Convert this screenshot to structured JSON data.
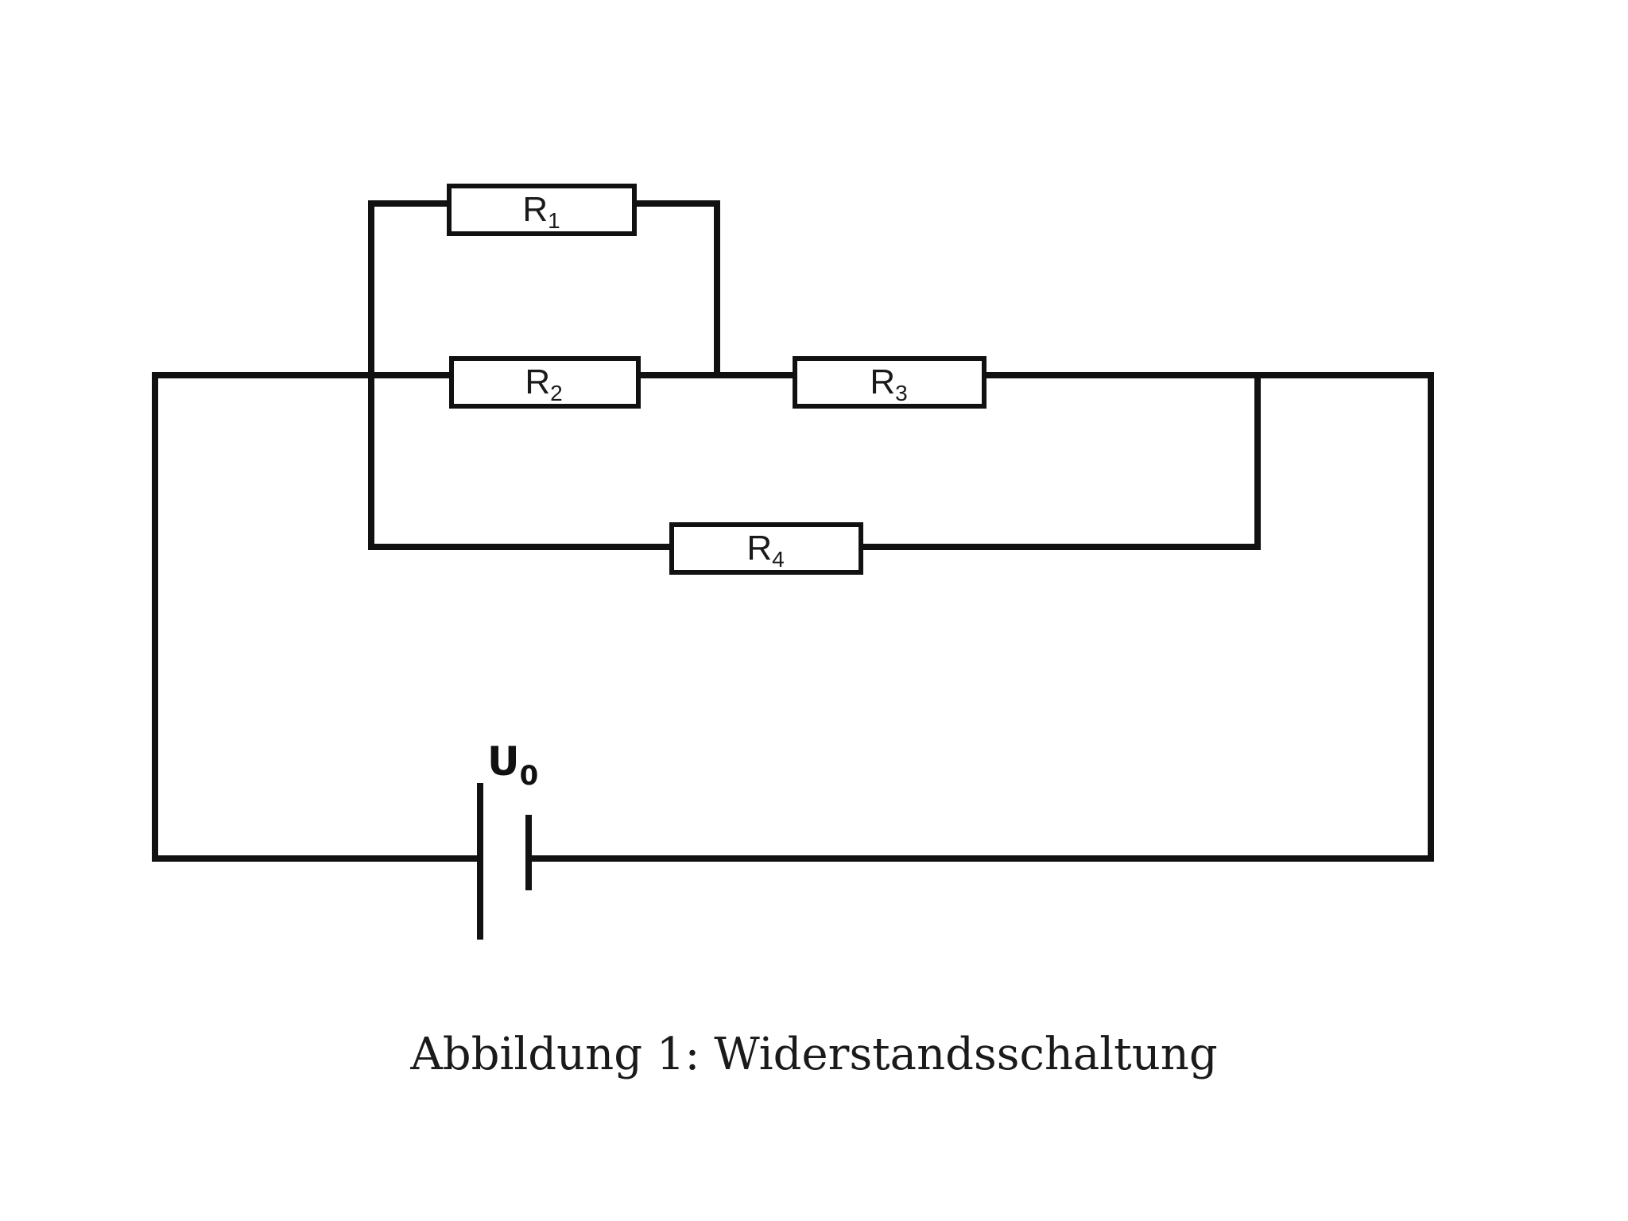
{
  "resistors": [
    {
      "id": "R1",
      "main": "R",
      "sub": "1"
    },
    {
      "id": "R2",
      "main": "R",
      "sub": "2"
    },
    {
      "id": "R3",
      "main": "R",
      "sub": "3"
    },
    {
      "id": "R4",
      "main": "R",
      "sub": "4"
    }
  ],
  "source": {
    "main": "U",
    "sub": "0"
  },
  "caption": "Abbildung 1: Widerstandsschaltung",
  "colors": {
    "line": "#111111",
    "background": "#ffffff"
  }
}
